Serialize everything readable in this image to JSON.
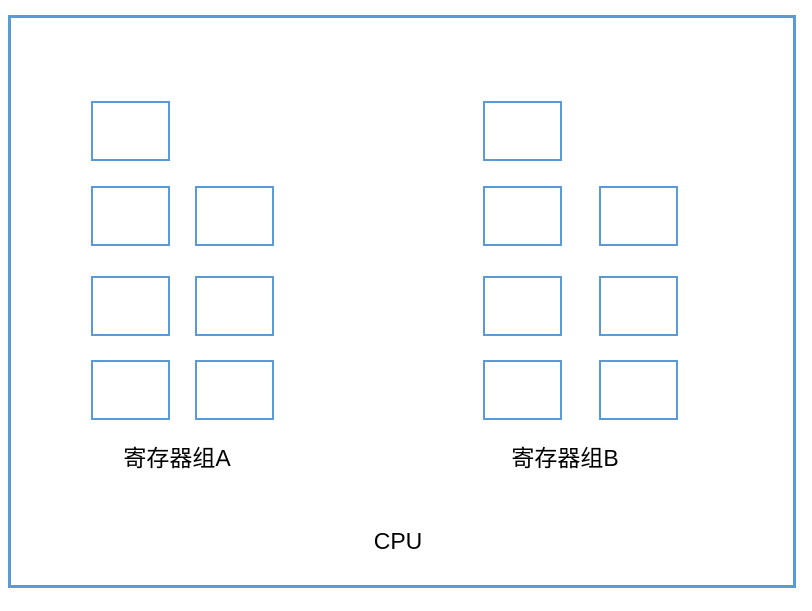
{
  "diagram": {
    "type": "block-diagram",
    "title": "CPU",
    "colors": {
      "box_border": "#5b9bd5",
      "box_fill": "#ffffff",
      "text": "#000000",
      "background": "#ffffff"
    },
    "groups": [
      {
        "id": "A",
        "label": "寄存器组A",
        "register_count": 7
      },
      {
        "id": "B",
        "label": "寄存器组B",
        "register_count": 7
      }
    ]
  }
}
